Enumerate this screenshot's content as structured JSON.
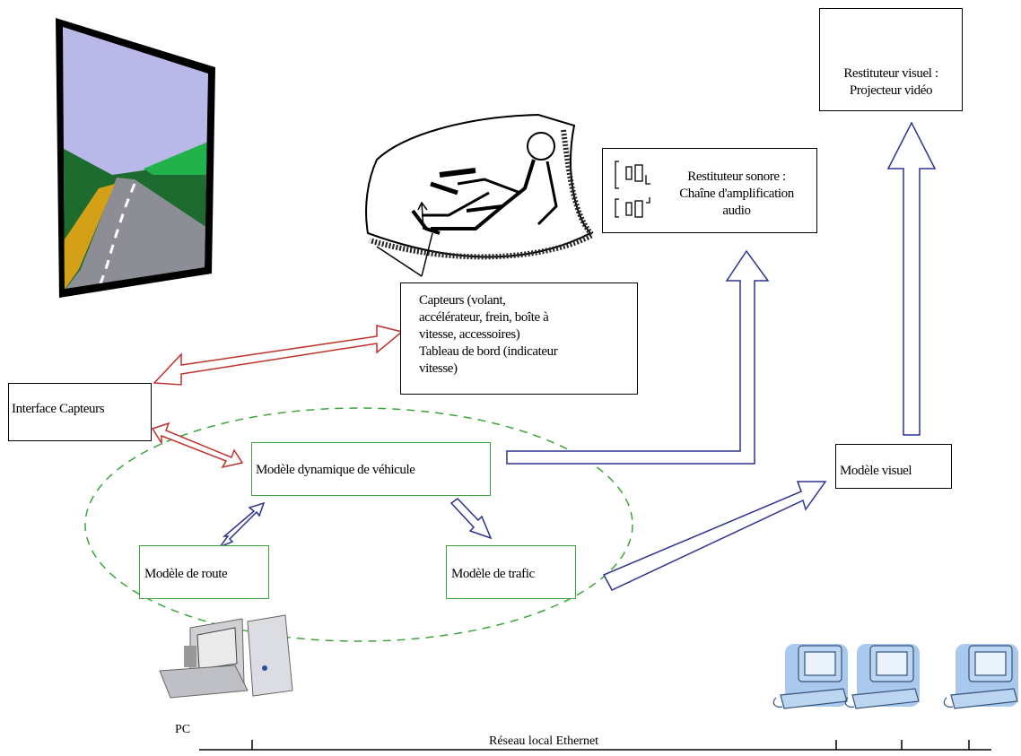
{
  "boxes": {
    "capteurs": [
      "Capteurs (volant,",
      "accélérateur, frein, boîte à",
      "vitesse, accessoires)",
      "Tableau de bord (indicateur",
      "vitesse)"
    ],
    "interface": "Interface Capteurs",
    "modele_dynamique": "Modèle dynamique de véhicule",
    "modele_route": "Modèle de route",
    "modele_trafic": "Modèle de trafic",
    "modele_visuel": "Modèle visuel",
    "restituteur_sonore": [
      "Restituteur sonore :",
      "Chaîne d'amplification",
      "audio"
    ],
    "restituteur_visuel": [
      "Restituteur visuel :",
      "Projecteur vidéo"
    ]
  },
  "labels": {
    "pc": "PC",
    "network": "Réseau local Ethernet"
  },
  "icons": [
    "screen-scene-icon",
    "driver-cockpit-icon",
    "speaker-icon",
    "projector-icon",
    "pc-icon",
    "workstation-icon"
  ],
  "colors": {
    "sensor_arrow": "#c0312b",
    "data_arrow": "#2c3290",
    "green_box": "#3aa63a",
    "ellipse": "#3aa63a"
  }
}
